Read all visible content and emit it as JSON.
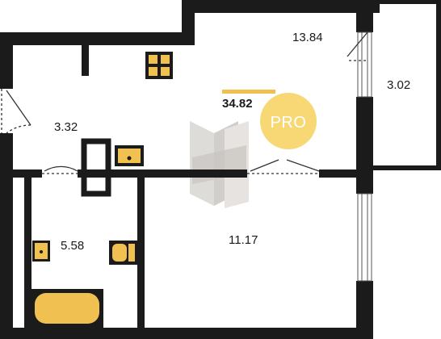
{
  "plan": {
    "total_area": "34.82",
    "badge": "PRO",
    "rooms": {
      "kitchen_living": "13.84",
      "balcony": "3.02",
      "hallway": "3.32",
      "bathroom": "5.58",
      "bedroom": "11.17"
    },
    "colors": {
      "wall": "#1b1b1b",
      "fixture": "#f0c050",
      "badge": "#f7d874",
      "watermark": "#d4d0cc"
    }
  }
}
